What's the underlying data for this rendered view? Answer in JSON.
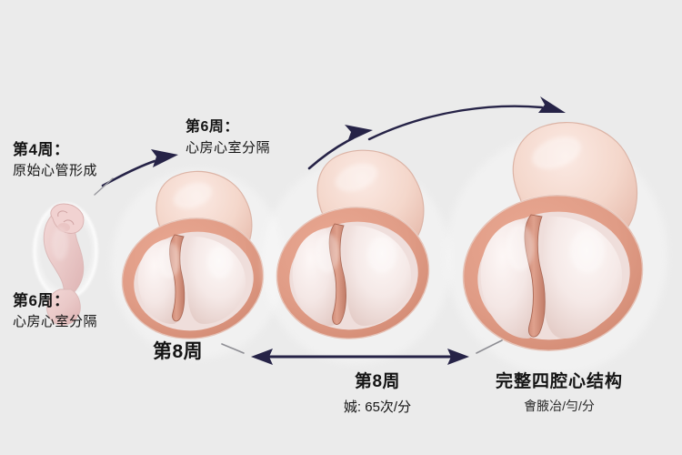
{
  "background_color": "#ebebeb",
  "arrow_color": "#262347",
  "heart_fill_outer": "#f3d7cd",
  "heart_fill_muscle": "#e09b88",
  "heart_fill_chamber": "#f0e2e0",
  "labels": {
    "week4": {
      "title": "第4周：",
      "subtitle": "原始心管形成"
    },
    "week6_left": {
      "title": "第6周：",
      "subtitle": "心房心室分隔"
    },
    "week6_top": {
      "title": "第6周：",
      "subtitle": "心房心室分隔"
    },
    "week8_left": {
      "title": "第8周"
    },
    "week8_center": {
      "title": "第8周",
      "subtitle": "娍: 65次/分"
    },
    "four_chamber": {
      "title": "完整四腔心结构",
      "subtitle": "㑹腋冶/勻/分"
    }
  },
  "stages": [
    {
      "name": "primitive-heart-tube",
      "week": "第4周",
      "description": "原始心管形成"
    },
    {
      "name": "heart-week6",
      "week": "第6周",
      "description": "心房心室分隔"
    },
    {
      "name": "heart-week8",
      "week": "第8周",
      "description": "娍: 65次/分"
    },
    {
      "name": "heart-four-chamber",
      "week": "完整四腔心结构",
      "description": "㑹腋冶/勻/分"
    }
  ],
  "arrows": [
    {
      "name": "arrow-stage1-to-stage2",
      "style": "curved-single"
    },
    {
      "name": "arrow-stage2-to-stage3",
      "style": "curved-single"
    },
    {
      "name": "arrow-stage3-to-stage4",
      "style": "curved-single-long"
    },
    {
      "name": "arrow-week8-span",
      "style": "double-headed"
    }
  ]
}
